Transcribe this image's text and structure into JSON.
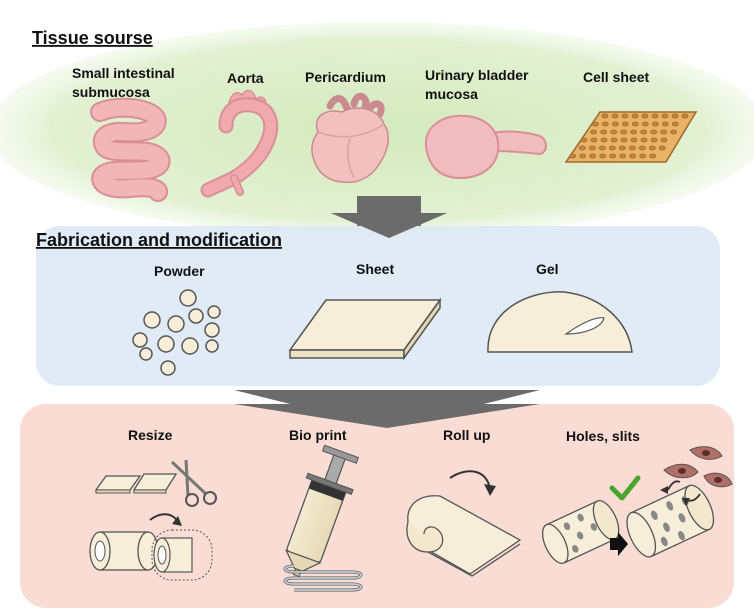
{
  "sections": {
    "source": {
      "title": "Tissue sourse",
      "items": [
        {
          "lines": [
            "Small intestinal",
            "submucosa"
          ],
          "icon": "intestine-icon"
        },
        {
          "lines": [
            "Aorta"
          ],
          "icon": "aorta-icon"
        },
        {
          "lines": [
            "Pericardium"
          ],
          "icon": "heart-icon"
        },
        {
          "lines": [
            "Urinary bladder",
            "mucosa"
          ],
          "icon": "bladder-icon"
        },
        {
          "lines": [
            "Cell sheet"
          ],
          "icon": "cell-sheet-icon"
        }
      ]
    },
    "fabrication": {
      "title": "Fabrication and modification",
      "items": [
        {
          "lines": [
            "Powder"
          ],
          "icon": "powder-icon"
        },
        {
          "lines": [
            "Sheet"
          ],
          "icon": "sheet-icon"
        },
        {
          "lines": [
            "Gel"
          ],
          "icon": "gel-icon"
        }
      ]
    },
    "processing": {
      "items": [
        {
          "lines": [
            "Resize"
          ],
          "icon": "scissors-icon"
        },
        {
          "lines": [
            "Bio print"
          ],
          "icon": "syringe-icon"
        },
        {
          "lines": [
            "Roll up"
          ],
          "icon": "roll-icon"
        },
        {
          "lines": [
            "Holes, slits"
          ],
          "icon": "holes-tube-icon"
        }
      ]
    }
  },
  "colors": {
    "source_panel": "#d9ecc4",
    "fabrication_panel": "#dbe7f5",
    "processing_panel": "#f8d9cf",
    "tissue": "#f0b0b4",
    "tissue_stroke": "#d98f96",
    "material": "#f6eed8",
    "material_stroke": "#555555",
    "arrow": "#6b6b6b",
    "check": "#4aa52f"
  }
}
